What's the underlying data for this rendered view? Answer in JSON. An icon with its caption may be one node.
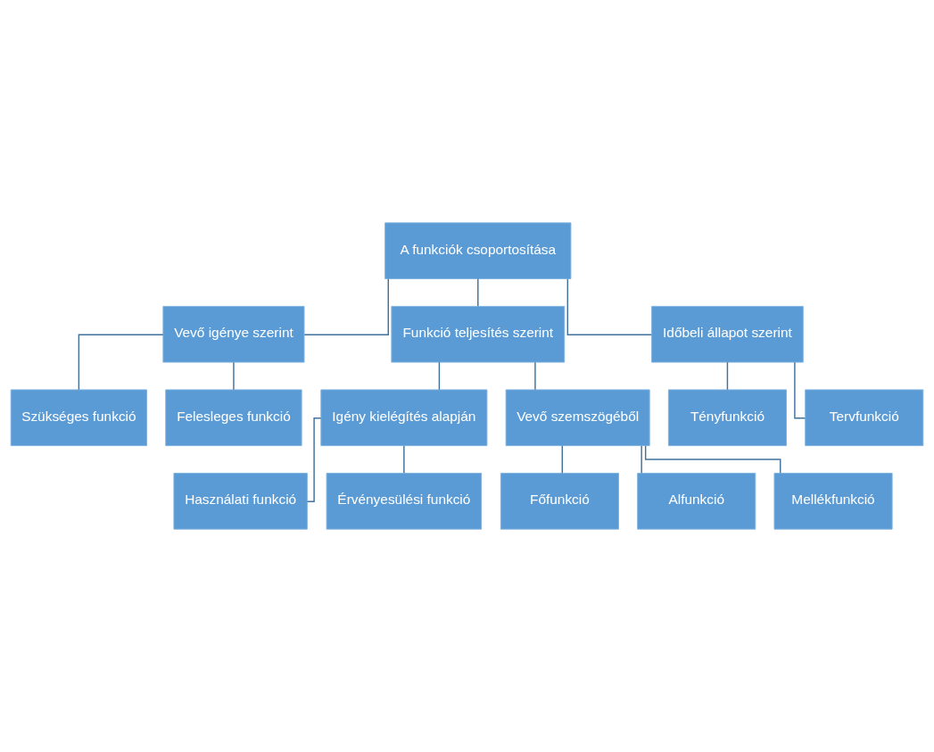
{
  "diagram": {
    "nodes": [
      {
        "text": [
          "A funkciók csoportosítása"
        ]
      },
      {
        "text": [
          "Vevő igénye szerint"
        ]
      },
      {
        "text": [
          "Funkció teljesítés szerint"
        ]
      },
      {
        "text": [
          "Időbeli állapot szerint"
        ]
      },
      {
        "text": [
          "Szükséges funkció"
        ]
      },
      {
        "text": [
          "Felesleges funkció"
        ]
      },
      {
        "text": [
          "Igény kielégítés alapján"
        ]
      },
      {
        "text": [
          "Vevő szemszögéből"
        ]
      },
      {
        "text": [
          "Használati funkció"
        ]
      },
      {
        "text": [
          "Érvényesülési funkció"
        ]
      },
      {
        "text": [
          "Főfunkció"
        ]
      },
      {
        "text": [
          "Alfunkció"
        ]
      },
      {
        "text": [
          "Mellékfunkció"
        ]
      },
      {
        "text": [
          "Tényfunkció"
        ]
      },
      {
        "text": [
          "Tervfunkció"
        ]
      }
    ],
    "edges": [
      {
        "from": 0,
        "to": 1,
        "arrow": "none"
      },
      {
        "from": 0,
        "to": 2,
        "arrow": "none"
      },
      {
        "from": 0,
        "to": 3,
        "arrow": "none"
      },
      {
        "from": 1,
        "to": 4,
        "arrow": "none"
      },
      {
        "from": 1,
        "to": 5,
        "arrow": "none"
      },
      {
        "from": 2,
        "to": 6,
        "arrow": "none"
      },
      {
        "from": 2,
        "to": 7,
        "arrow": "none"
      },
      {
        "from": 6,
        "to": 8,
        "arrow": "none"
      },
      {
        "from": 6,
        "to": 9,
        "arrow": "none"
      },
      {
        "from": 7,
        "to": 10,
        "arrow": "none"
      },
      {
        "from": 7,
        "to": 11,
        "arrow": "none"
      },
      {
        "from": 7,
        "to": 12,
        "arrow": "none"
      },
      {
        "from": 3,
        "to": 13,
        "arrow": "none"
      },
      {
        "from": 3,
        "to": 14,
        "arrow": "none"
      }
    ]
  }
}
